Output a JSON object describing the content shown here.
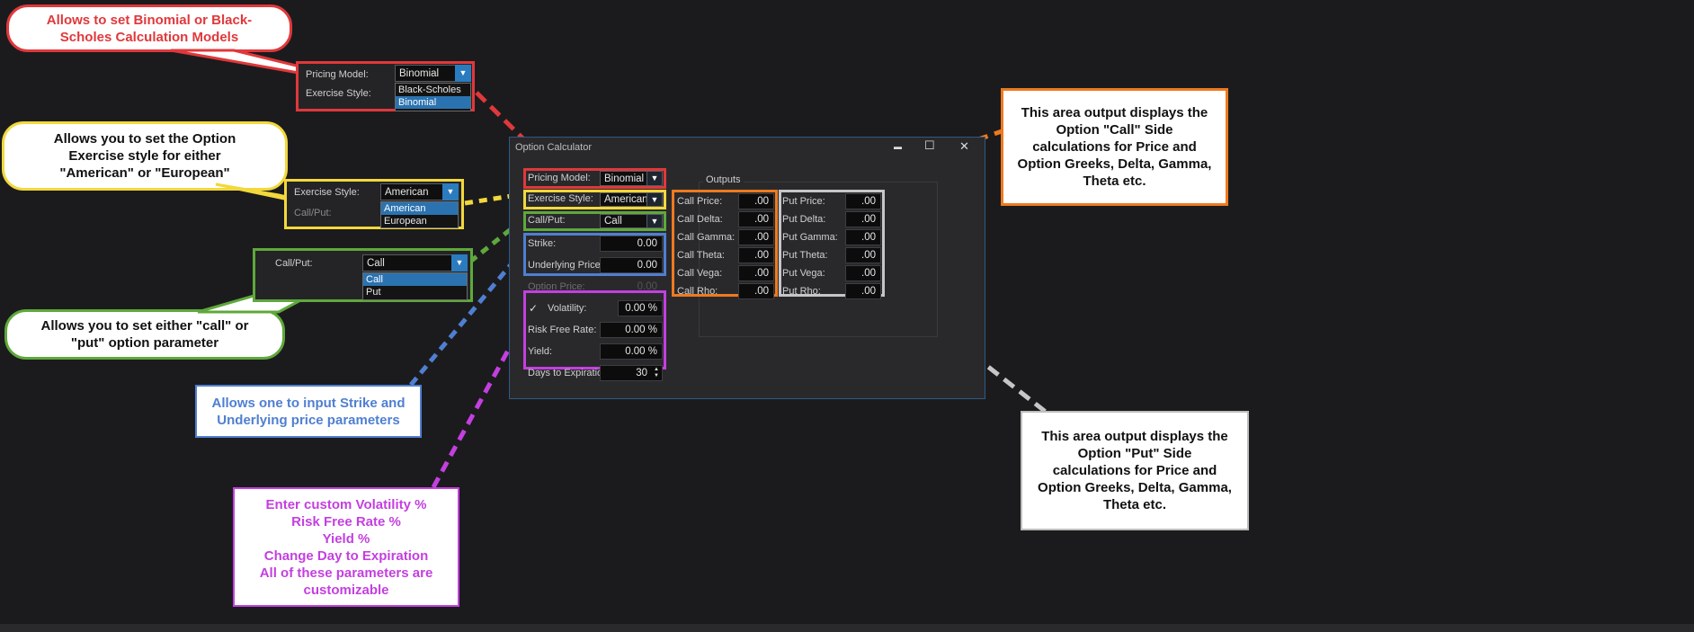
{
  "colors": {
    "red": "#e0383b",
    "yellow": "#f2d83b",
    "green": "#5fa83b",
    "blue": "#4f7fd1",
    "magenta": "#c43fe0",
    "orange": "#ee7a1e",
    "gray": "#c6c6c6",
    "dropdown_highlight": "#2b73b0"
  },
  "callouts": {
    "pricing_model": "Allows to set Binomial or Black-\nScholes Calculation Models",
    "exercise_style": "Allows you to set the Option\nExercise style for either\n\"American\" or \"European\"",
    "call_put": "Allows you to set either \"call\" or\n\"put\" option parameter",
    "strike": "Allows one to input Strike and\nUnderlying price parameters",
    "volatility": "Enter custom Volatility %\nRisk Free Rate %\nYield %\nChange Day to Expiration\nAll of these parameters are\ncustomizable",
    "call_side": "This area output displays the\nOption \"Call\" Side\ncalculations for Price and\nOption Greeks, Delta, Gamma,\nTheta etc.",
    "put_side": "This area output displays the\nOption \"Put\" Side\ncalculations for Price and\nOption Greeks, Delta, Gamma,\nTheta etc."
  },
  "zoom_pricing": {
    "label1": "Pricing Model:",
    "value": "Binomial",
    "label2": "Exercise Style:",
    "options": [
      "Black-Scholes",
      "Binomial"
    ]
  },
  "zoom_exercise": {
    "label1": "Exercise Style:",
    "value": "American",
    "label2": "Call/Put:",
    "options": [
      "American",
      "European"
    ]
  },
  "zoom_callput": {
    "label1": "Call/Put:",
    "value": "Call",
    "options": [
      "Call",
      "Put"
    ]
  },
  "window": {
    "title": "Option Calculator",
    "minimize_glyph": "▬",
    "maximize_glyph": "☐",
    "close_glyph": "✕",
    "outputs_label": "Outputs",
    "inputs": {
      "pricing_model_label": "Pricing Model:",
      "pricing_model_value": "Binomial",
      "exercise_style_label": "Exercise Style:",
      "exercise_style_value": "American",
      "call_put_label": "Call/Put:",
      "call_put_value": "Call",
      "strike_label": "Strike:",
      "strike_value": "0.00",
      "underlying_label": "Underlying Price:",
      "underlying_value": "0.00",
      "option_price_label": "Option Price:",
      "option_price_value": "0.00",
      "volatility_check": "✓",
      "volatility_label": "Volatility:",
      "volatility_value": "0.00 %",
      "risk_free_label": "Risk Free Rate:",
      "risk_free_value": "0.00 %",
      "yield_label": "Yield:",
      "yield_value": "0.00 %",
      "days_label": "Days to Expiration:",
      "days_value": "30"
    },
    "call_outputs": [
      {
        "label": "Call Price:",
        "value": ".00"
      },
      {
        "label": "Call Delta:",
        "value": ".00"
      },
      {
        "label": "Call Gamma:",
        "value": ".00"
      },
      {
        "label": "Call Theta:",
        "value": ".00"
      },
      {
        "label": "Call Vega:",
        "value": ".00"
      },
      {
        "label": "Call Rho:",
        "value": ".00"
      }
    ],
    "put_outputs": [
      {
        "label": "Put Price:",
        "value": ".00"
      },
      {
        "label": "Put Delta:",
        "value": ".00"
      },
      {
        "label": "Put Gamma:",
        "value": ".00"
      },
      {
        "label": "Put Theta:",
        "value": ".00"
      },
      {
        "label": "Put Vega:",
        "value": ".00"
      },
      {
        "label": "Put Rho:",
        "value": ".00"
      }
    ]
  }
}
